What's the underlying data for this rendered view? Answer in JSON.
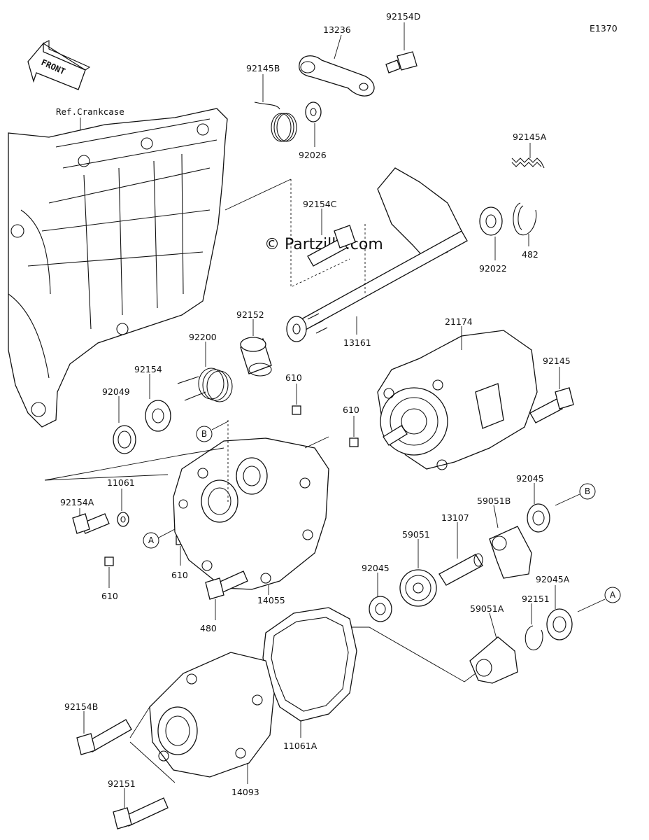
{
  "diagram_code": "E1370",
  "watermark": "© Partzilla.com",
  "front_label": "FRONT",
  "reference": "Ref.Crankcase",
  "parts": [
    {
      "id": "p13236",
      "label": "13236"
    },
    {
      "id": "p92154D",
      "label": "92154D"
    },
    {
      "id": "p92145B",
      "label": "92145B"
    },
    {
      "id": "p92026",
      "label": "92026"
    },
    {
      "id": "p92145A",
      "label": "92145A"
    },
    {
      "id": "p92154C",
      "label": "92154C"
    },
    {
      "id": "p92022",
      "label": "92022"
    },
    {
      "id": "p482",
      "label": "482"
    },
    {
      "id": "p92152",
      "label": "92152"
    },
    {
      "id": "p13161",
      "label": "13161"
    },
    {
      "id": "p21174",
      "label": "21174"
    },
    {
      "id": "p92145",
      "label": "92145"
    },
    {
      "id": "p92200",
      "label": "92200"
    },
    {
      "id": "p92154",
      "label": "92154"
    },
    {
      "id": "p610a",
      "label": "610"
    },
    {
      "id": "p92049",
      "label": "92049"
    },
    {
      "id": "p610b",
      "label": "610"
    },
    {
      "id": "p11061",
      "label": "11061"
    },
    {
      "id": "p92045a",
      "label": "92045"
    },
    {
      "id": "p92154A",
      "label": "92154A"
    },
    {
      "id": "p59051B",
      "label": "59051B"
    },
    {
      "id": "p13107",
      "label": "13107"
    },
    {
      "id": "p59051",
      "label": "59051"
    },
    {
      "id": "p610c",
      "label": "610"
    },
    {
      "id": "p92045b",
      "label": "92045"
    },
    {
      "id": "p92045A",
      "label": "92045A"
    },
    {
      "id": "p610d",
      "label": "610"
    },
    {
      "id": "p14055",
      "label": "14055"
    },
    {
      "id": "p480",
      "label": "480"
    },
    {
      "id": "p92151a",
      "label": "92151"
    },
    {
      "id": "p59051A",
      "label": "59051A"
    },
    {
      "id": "p92154B",
      "label": "92154B"
    },
    {
      "id": "p11061A",
      "label": "11061A"
    },
    {
      "id": "p92151b",
      "label": "92151"
    },
    {
      "id": "p14093",
      "label": "14093"
    }
  ],
  "callouts": [
    {
      "id": "cB1",
      "label": "B"
    },
    {
      "id": "cA1",
      "label": "A"
    },
    {
      "id": "cB2",
      "label": "B"
    },
    {
      "id": "cA2",
      "label": "A"
    }
  ]
}
